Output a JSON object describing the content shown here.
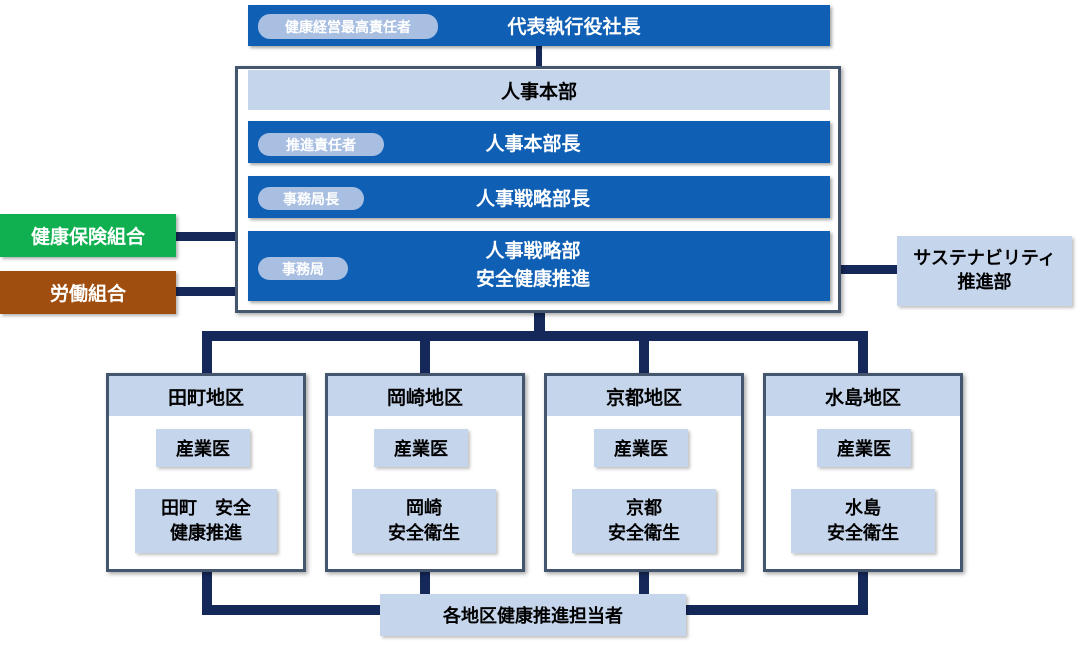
{
  "colors": {
    "primary_blue": "#0f5fb5",
    "light_blue": "#c5d5ec",
    "pill_blue": "#a9bfe2",
    "connector_navy": "#15285a",
    "frame_gray": "#44566e",
    "union_green": "#10b050",
    "labor_brown": "#a04e0f"
  },
  "top": {
    "role": "健康経営最高責任者",
    "title": "代表執行役社長"
  },
  "hr": {
    "header": "人事本部",
    "rows": [
      {
        "role": "推進責任者",
        "title": "人事本部長"
      },
      {
        "role": "事務局長",
        "title": "人事戦略部長"
      },
      {
        "role": "事務局",
        "title": "人事戦略部\n安全健康推進"
      }
    ]
  },
  "left": {
    "insurance_union": "健康保険組合",
    "labor_union": "労働組合"
  },
  "right": {
    "sustainability": "サステナビリティ\n推進部"
  },
  "regions": [
    {
      "name": "田町地区",
      "doctor": "産業医",
      "unit": "田町　安全\n健康推進"
    },
    {
      "name": "岡崎地区",
      "doctor": "産業医",
      "unit": "岡崎\n安全衛生"
    },
    {
      "name": "京都地区",
      "doctor": "産業医",
      "unit": "京都\n安全衛生"
    },
    {
      "name": "水島地区",
      "doctor": "産業医",
      "unit": "水島\n安全衛生"
    }
  ],
  "bottom": "各地区健康推進担当者"
}
